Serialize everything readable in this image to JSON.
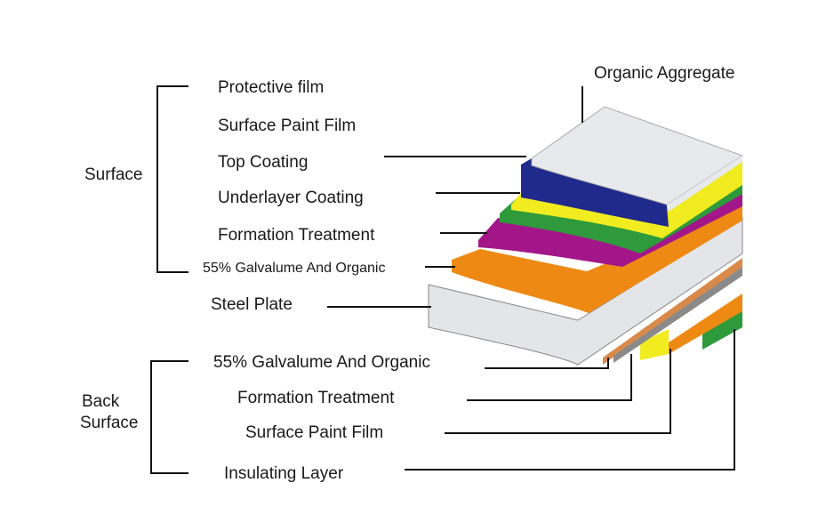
{
  "groups": {
    "surface": "Surface",
    "back_surface_line1": "Back",
    "back_surface_line2": "Surface"
  },
  "top_label": "Organic Aggregate",
  "surface_layers": [
    "Protective film",
    "Surface Paint Film",
    "Top Coating",
    "Underlayer Coating",
    "Formation Treatment",
    "55% Galvalume And Organic"
  ],
  "core_label": "Steel Plate",
  "back_layers": [
    "55% Galvalume And Organic",
    "Formation Treatment",
    "Surface Paint Film",
    "Insulating Layer"
  ],
  "colors": {
    "top_sheet": "#e8e9ed",
    "blue_layer": "#1f2a8c",
    "yellow_layer": "#f0ec1f",
    "green_layer": "#2e9a3b",
    "magenta_layer": "#a3168a",
    "orange_layer": "#ee8a14",
    "steel": "#e4e5e9",
    "back_copper": "#d98a4a",
    "back_gray": "#8a8a8a"
  }
}
